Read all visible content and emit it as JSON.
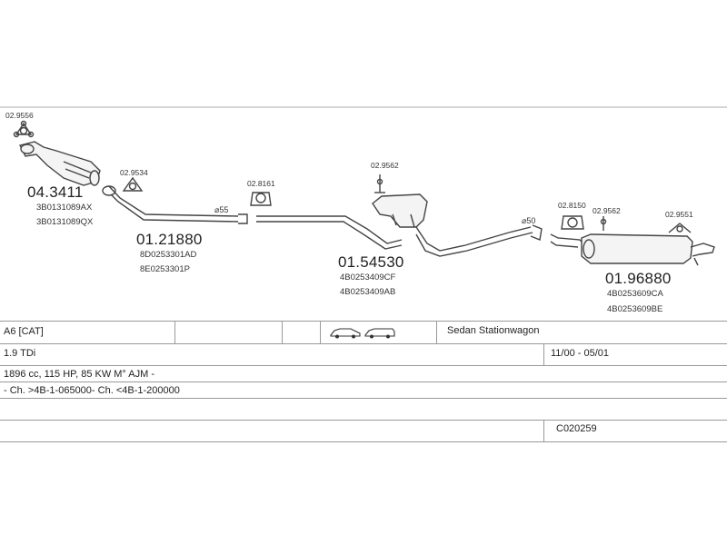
{
  "parts": [
    {
      "id": "part-clamp-02-9556",
      "number": "02.9556"
    },
    {
      "id": "part-catalyst",
      "number": "04.3411",
      "refs": [
        "3B0131089AX",
        "3B0131089QX"
      ]
    },
    {
      "id": "part-clamp-02-9534",
      "number": "02.9534"
    },
    {
      "id": "part-front-pipe",
      "number": "01.21880",
      "refs": [
        "8D0253301AD",
        "8E0253301P"
      ]
    },
    {
      "id": "part-bracket-02-8161",
      "number": "02.8161"
    },
    {
      "id": "part-bracket-02-9562-a",
      "number": "02.9562"
    },
    {
      "id": "part-middle-silencer",
      "number": "01.54530",
      "refs": [
        "4B0253409CF",
        "4B0253409AB"
      ]
    },
    {
      "id": "part-bracket-02-8150",
      "number": "02.8150"
    },
    {
      "id": "part-bracket-02-9562-b",
      "number": "02.9562"
    },
    {
      "id": "part-bracket-02-9551",
      "number": "02.9551"
    },
    {
      "id": "part-rear-silencer",
      "number": "01.96880",
      "refs": [
        "4B0253609CA",
        "4B0253609BE"
      ]
    }
  ],
  "pipe_diameters": [
    "⌀55",
    "⌀50"
  ],
  "info_table": {
    "model": "A6  [CAT]",
    "body_types": "Sedan  Stationwagon",
    "engine": "1.9 TDi",
    "period": "11/00 - 05/01",
    "specs": "1896 cc, 115 HP, 85 KW M° AJM -",
    "chassis": "- Ch. >4B-1-065000- Ch. <4B-1-200000",
    "code": "C020259"
  }
}
